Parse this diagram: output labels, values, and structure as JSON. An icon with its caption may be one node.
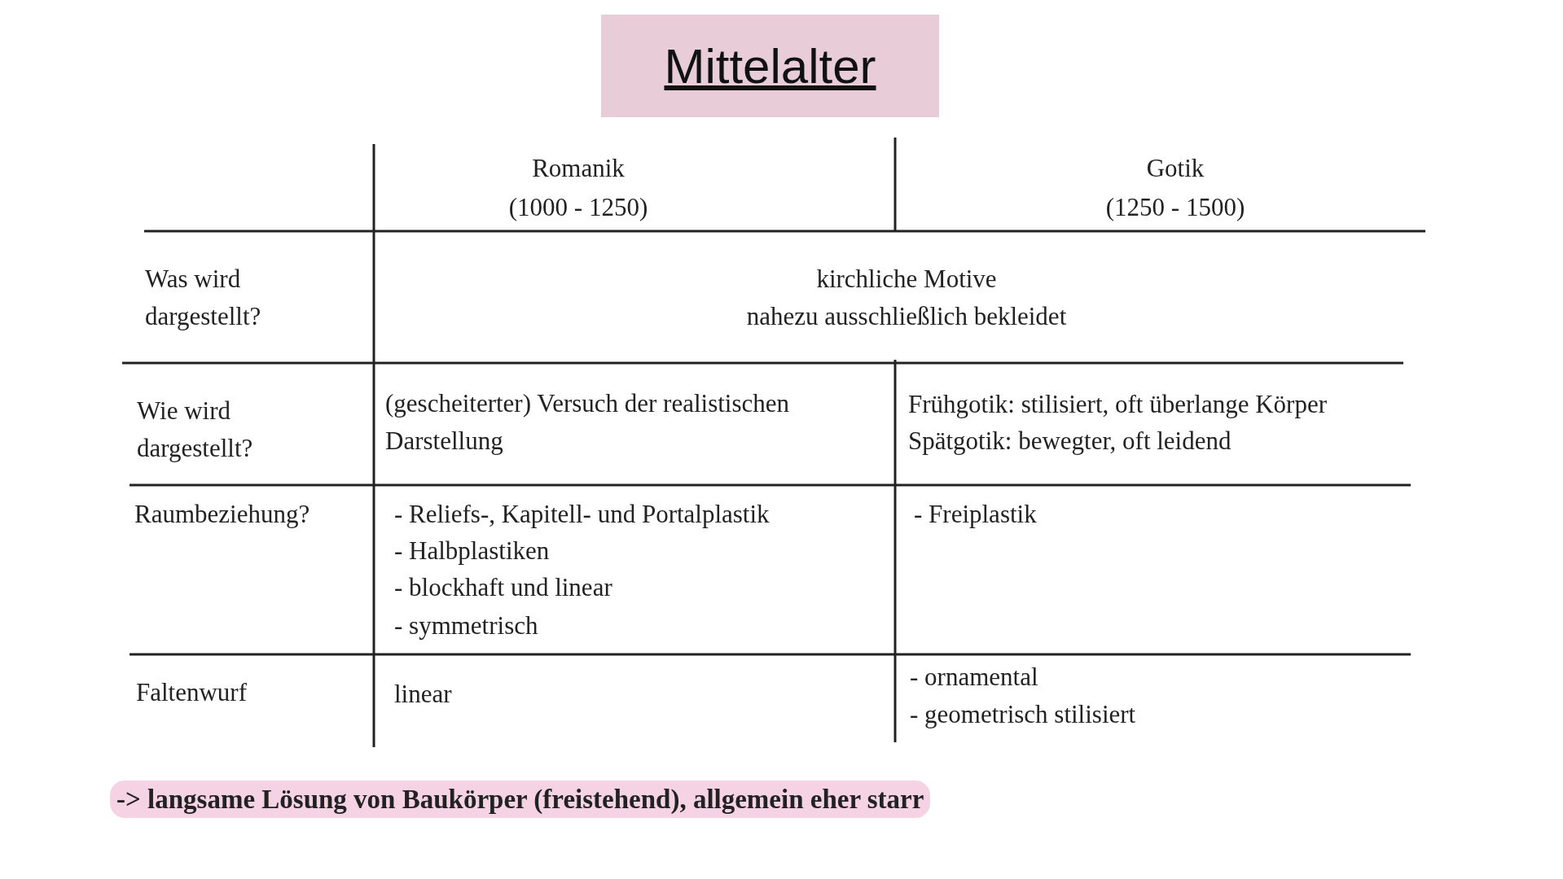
{
  "diagram": {
    "title": "Mittelalter",
    "labels": [
      "Romanik",
      "(1000 - 1250)",
      "Gotik",
      "(1250 - 1500)",
      "Was wird dargestellt?",
      "kirchliche Motive",
      "nahezu ausschließlich bekleidet",
      "Wie wird dargestellt?",
      "(gescheiterter) Versuch der realistischen Darstellung",
      "Frühgotik: stilisiert, oft überlange Körper",
      "Spätgotik: bewegter, oft leidend",
      "Raumbeziehung?",
      "- Reliefs-, Kapitell- und Portalplastik",
      "- Halbplastiken",
      "- blockhaft und linear",
      "- symmetrisch",
      "- Freiplastik",
      "Faltenwurf",
      "linear",
      "- ornamental",
      "- geometrisch stilisiert",
      "-> langsame Lösung von Baukörper (freistehend), allgemein eher starr"
    ]
  }
}
